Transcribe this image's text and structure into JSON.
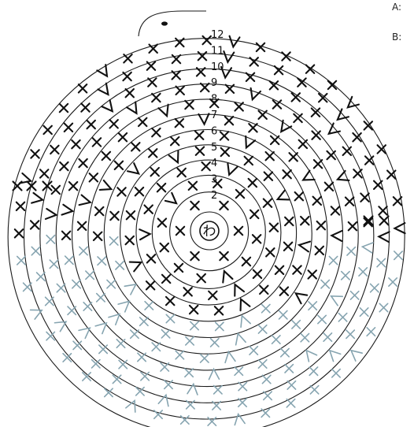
{
  "legend": [
    {
      "key": "A",
      "text": "A:"
    },
    {
      "key": "B",
      "text": "B:"
    }
  ],
  "center_label": "わ",
  "round_numbers": [
    "2",
    "3",
    "4",
    "5",
    "6",
    "7",
    "8",
    "9",
    "10",
    "11",
    "12"
  ],
  "colors": {
    "A": "#111111",
    "B": "#86a4b0",
    "rings": "#1a1a1a",
    "background": "#ffffff"
  },
  "symbols": {
    "x": "single-crochet-x",
    "v": "increase-v",
    "caret": "decrease-inverted-v"
  }
}
